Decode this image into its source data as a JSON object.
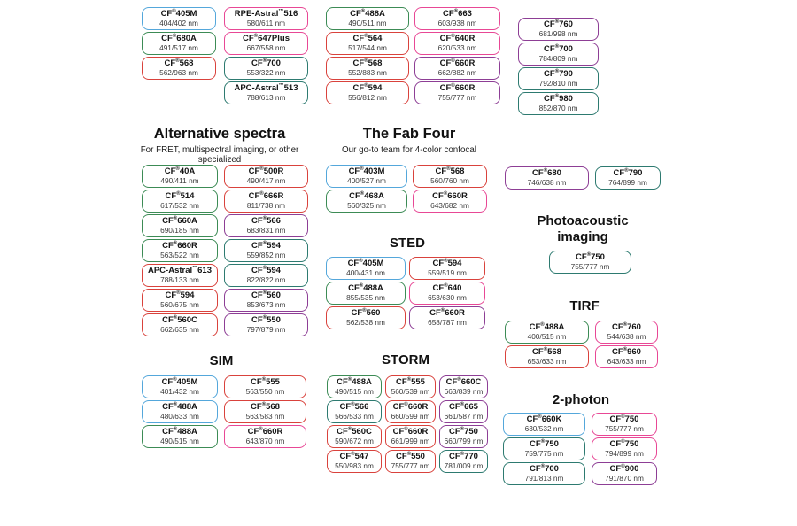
{
  "palette": {
    "blue": "#54A7DB",
    "green": "#3C8B55",
    "teal": "#2D7A70",
    "red": "#D9423C",
    "pink": "#E84795",
    "purple": "#8D3E95"
  },
  "headers": {
    "alternative": {
      "title": "Alternative spectra",
      "subtitle": "For FRET, multispectral imaging, or other specialized"
    },
    "fab_four": {
      "title": "The Fab Four",
      "subtitle": "Our go-to team for 4-color confocal"
    },
    "photoacoustic": {
      "title": "Photoacoustic imaging"
    },
    "sted": {
      "title": "STED"
    },
    "tirf": {
      "title": "TIRF"
    },
    "sim": {
      "title": "SIM"
    },
    "storm": {
      "title": "STORM"
    },
    "two_photon": {
      "title": "2-photon"
    }
  },
  "groups": {
    "top_col_1": [
      {
        "name": "CF®405M",
        "ex": "404/402 nm",
        "color": "blue"
      },
      {
        "name": "CF®680A",
        "ex": "491/517 nm",
        "color": "green"
      },
      {
        "name": "CF®568",
        "ex": "562/963 nm",
        "color": "red"
      }
    ],
    "top_col_2": [
      {
        "name": "RPE-Astral™516",
        "ex": "580/611 nm",
        "color": "pink"
      },
      {
        "name": "CF®647Plus",
        "ex": "667/558 nm",
        "color": "pink"
      },
      {
        "name": "CF®700",
        "ex": "553/322 nm",
        "color": "teal"
      },
      {
        "name": "APC-Astral™513",
        "ex": "788/613 nm",
        "color": "teal"
      }
    ],
    "top_col_3": [
      {
        "name": "CF®488A",
        "ex": "490/511 nm",
        "color": "green"
      },
      {
        "name": "CF®564",
        "ex": "517/544 nm",
        "color": "red"
      },
      {
        "name": "CF®568",
        "ex": "552/883 nm",
        "color": "red"
      },
      {
        "name": "CF®594",
        "ex": "556/812 nm",
        "color": "red"
      }
    ],
    "top_col_4": [
      {
        "name": "CF®663",
        "ex": "603/938 nm",
        "color": "pink"
      },
      {
        "name": "CF®640R",
        "ex": "620/533 nm",
        "color": "pink"
      },
      {
        "name": "CF®660R",
        "ex": "662/882 nm",
        "color": "purple"
      },
      {
        "name": "CF®660R",
        "ex": "755/777 nm",
        "color": "purple"
      }
    ],
    "top_col_5": [
      {
        "name": "CF®760",
        "ex": "681/998 nm",
        "color": "purple"
      },
      {
        "name": "CF®700",
        "ex": "784/809 nm",
        "color": "purple"
      },
      {
        "name": "CF®790",
        "ex": "792/810 nm",
        "color": "teal"
      },
      {
        "name": "CF®980",
        "ex": "852/870 nm",
        "color": "teal"
      }
    ],
    "alt_left": [
      {
        "name": "CF®40A",
        "ex": "490/411 nm",
        "color": "green"
      },
      {
        "name": "CF®514",
        "ex": "617/532 nm",
        "color": "green"
      },
      {
        "name": "CF®660A",
        "ex": "690/185 nm",
        "color": "green"
      },
      {
        "name": "CF®660R",
        "ex": "563/522 nm",
        "color": "green"
      },
      {
        "name": "APC-Astral™613",
        "ex": "788/133 nm",
        "color": "red"
      },
      {
        "name": "CF®594",
        "ex": "560/675 nm",
        "color": "red"
      },
      {
        "name": "CF®560C",
        "ex": "662/635 nm",
        "color": "red"
      }
    ],
    "alt_right": [
      {
        "name": "CF®500R",
        "ex": "490/417 nm",
        "color": "red"
      },
      {
        "name": "CF®666R",
        "ex": "811/738 nm",
        "color": "red"
      },
      {
        "name": "CF®566",
        "ex": "683/831 nm",
        "color": "purple"
      },
      {
        "name": "CF®594",
        "ex": "559/852 nm",
        "color": "teal"
      },
      {
        "name": "CF®594",
        "ex": "822/822 nm",
        "color": "teal"
      },
      {
        "name": "CF®560",
        "ex": "853/673 nm",
        "color": "purple"
      },
      {
        "name": "CF®550",
        "ex": "797/879 nm",
        "color": "purple"
      }
    ],
    "fab_left": [
      {
        "name": "CF®403M",
        "ex": "400/527 nm",
        "color": "blue"
      },
      {
        "name": "CF®468A",
        "ex": "560/325 nm",
        "color": "green"
      }
    ],
    "fab_right": [
      {
        "name": "CF®568",
        "ex": "560/760 nm",
        "color": "red"
      },
      {
        "name": "CF®660R",
        "ex": "643/682 nm",
        "color": "pink"
      }
    ],
    "nir_680": [
      {
        "name": "CF®680",
        "ex": "746/638 nm",
        "color": "purple"
      }
    ],
    "nir_790": [
      {
        "name": "CF®790",
        "ex": "764/899 nm",
        "color": "teal"
      }
    ],
    "photoacoustic": [
      {
        "name": "CF®750",
        "ex": "755/777 nm",
        "color": "teal"
      }
    ],
    "sted_left": [
      {
        "name": "CF®405M",
        "ex": "400/431 nm",
        "color": "blue"
      },
      {
        "name": "CF®488A",
        "ex": "855/535 nm",
        "color": "green"
      },
      {
        "name": "CF®560",
        "ex": "562/538 nm",
        "color": "red"
      }
    ],
    "sted_right": [
      {
        "name": "CF®594",
        "ex": "559/519 nm",
        "color": "red"
      },
      {
        "name": "CF®640",
        "ex": "653/630 nm",
        "color": "pink"
      },
      {
        "name": "CF®660R",
        "ex": "658/787 nm",
        "color": "purple"
      }
    ],
    "tirf_left": [
      {
        "name": "CF®488A",
        "ex": "400/515 nm",
        "color": "green"
      },
      {
        "name": "CF®568",
        "ex": "653/633 nm",
        "color": "red"
      }
    ],
    "tirf_right": [
      {
        "name": "CF®760",
        "ex": "544/638 nm",
        "color": "pink"
      },
      {
        "name": "CF®960",
        "ex": "643/633 nm",
        "color": "pink"
      }
    ],
    "sim_left": [
      {
        "name": "CF®405M",
        "ex": "401/432 nm",
        "color": "blue"
      },
      {
        "name": "CF®488A",
        "ex": "480/633 nm",
        "color": "blue"
      },
      {
        "name": "CF®488A",
        "ex": "490/515 nm",
        "color": "green"
      }
    ],
    "sim_right": [
      {
        "name": "CF®555",
        "ex": "563/550 nm",
        "color": "red"
      },
      {
        "name": "CF®568",
        "ex": "563/583 nm",
        "color": "red"
      },
      {
        "name": "CF®660R",
        "ex": "643/870 nm",
        "color": "pink"
      }
    ],
    "storm_col_1": [
      {
        "name": "CF®488A",
        "ex": "490/515 nm",
        "color": "green"
      },
      {
        "name": "CF®566",
        "ex": "566/533 nm",
        "color": "teal"
      },
      {
        "name": "CF®560C",
        "ex": "590/672 nm",
        "color": "red"
      },
      {
        "name": "CF®547",
        "ex": "550/983 nm",
        "color": "red"
      }
    ],
    "storm_col_2": [
      {
        "name": "CF®555",
        "ex": "560/539 nm",
        "color": "red"
      },
      {
        "name": "CF®660R",
        "ex": "660/599 nm",
        "color": "red"
      },
      {
        "name": "CF®660R",
        "ex": "661/999 nm",
        "color": "red"
      },
      {
        "name": "CF®550",
        "ex": "755/777 nm",
        "color": "red"
      }
    ],
    "storm_col_3": [
      {
        "name": "CF®660C",
        "ex": "663/839 nm",
        "color": "purple"
      },
      {
        "name": "CF®665",
        "ex": "661/587 nm",
        "color": "purple"
      },
      {
        "name": "CF®750",
        "ex": "660/799 nm",
        "color": "purple"
      },
      {
        "name": "CF®770",
        "ex": "781/009 nm",
        "color": "teal"
      }
    ],
    "two_photon_left": [
      {
        "name": "CF®660K",
        "ex": "630/532 nm",
        "color": "blue"
      },
      {
        "name": "CF®750",
        "ex": "759/775 nm",
        "color": "teal"
      },
      {
        "name": "CF®700",
        "ex": "791/813 nm",
        "color": "teal"
      }
    ],
    "two_photon_right": [
      {
        "name": "CF®750",
        "ex": "755/777 nm",
        "color": "pink"
      },
      {
        "name": "CF®750",
        "ex": "794/899 nm",
        "color": "pink"
      },
      {
        "name": "CF®900",
        "ex": "791/870 nm",
        "color": "purple"
      }
    ]
  }
}
